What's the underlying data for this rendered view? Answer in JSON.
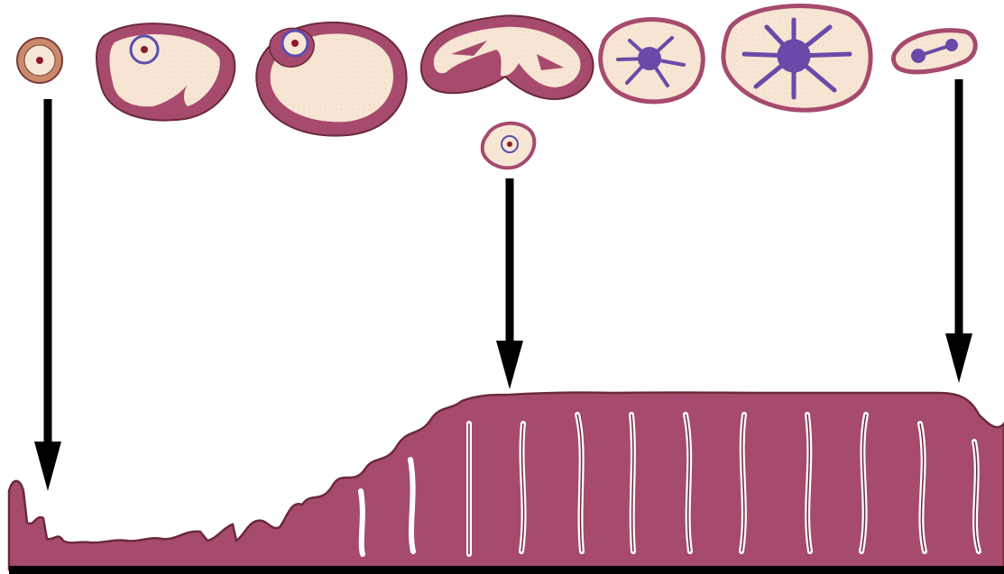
{
  "diagram": {
    "colors": {
      "background": "#ffffff",
      "tissue_fill": "#a64a6e",
      "tissue_outline": "#6b2a3a",
      "follicle_fluid": "#f8e6d4",
      "oocyte_ring": "#5a4fb0",
      "oocyte_core": "#8b1a2a",
      "corpus_luteum": "#6a4aa8",
      "arrow": "#000000",
      "baseline": "#000000"
    },
    "ovarian_stages": [
      {
        "name": "primordial-follicle",
        "icon": "small-follicle-icon"
      },
      {
        "name": "growing-follicle",
        "icon": "follicle-icon"
      },
      {
        "name": "mature-follicle",
        "icon": "follicle-icon"
      },
      {
        "name": "ruptured-follicle",
        "icon": "ruptured-follicle-icon"
      },
      {
        "name": "early-corpus-luteum",
        "icon": "corpus-luteum-icon"
      },
      {
        "name": "mature-corpus-luteum",
        "icon": "corpus-luteum-icon"
      },
      {
        "name": "regressing-corpus-luteum",
        "icon": "corpus-albicans-icon"
      },
      {
        "name": "released-ovum",
        "icon": "small-follicle-icon"
      }
    ],
    "arrows": [
      {
        "name": "arrow-menstrual"
      },
      {
        "name": "arrow-ovulation"
      },
      {
        "name": "arrow-secretory"
      }
    ],
    "endometrium": {
      "name": "endometrial-lining"
    }
  }
}
